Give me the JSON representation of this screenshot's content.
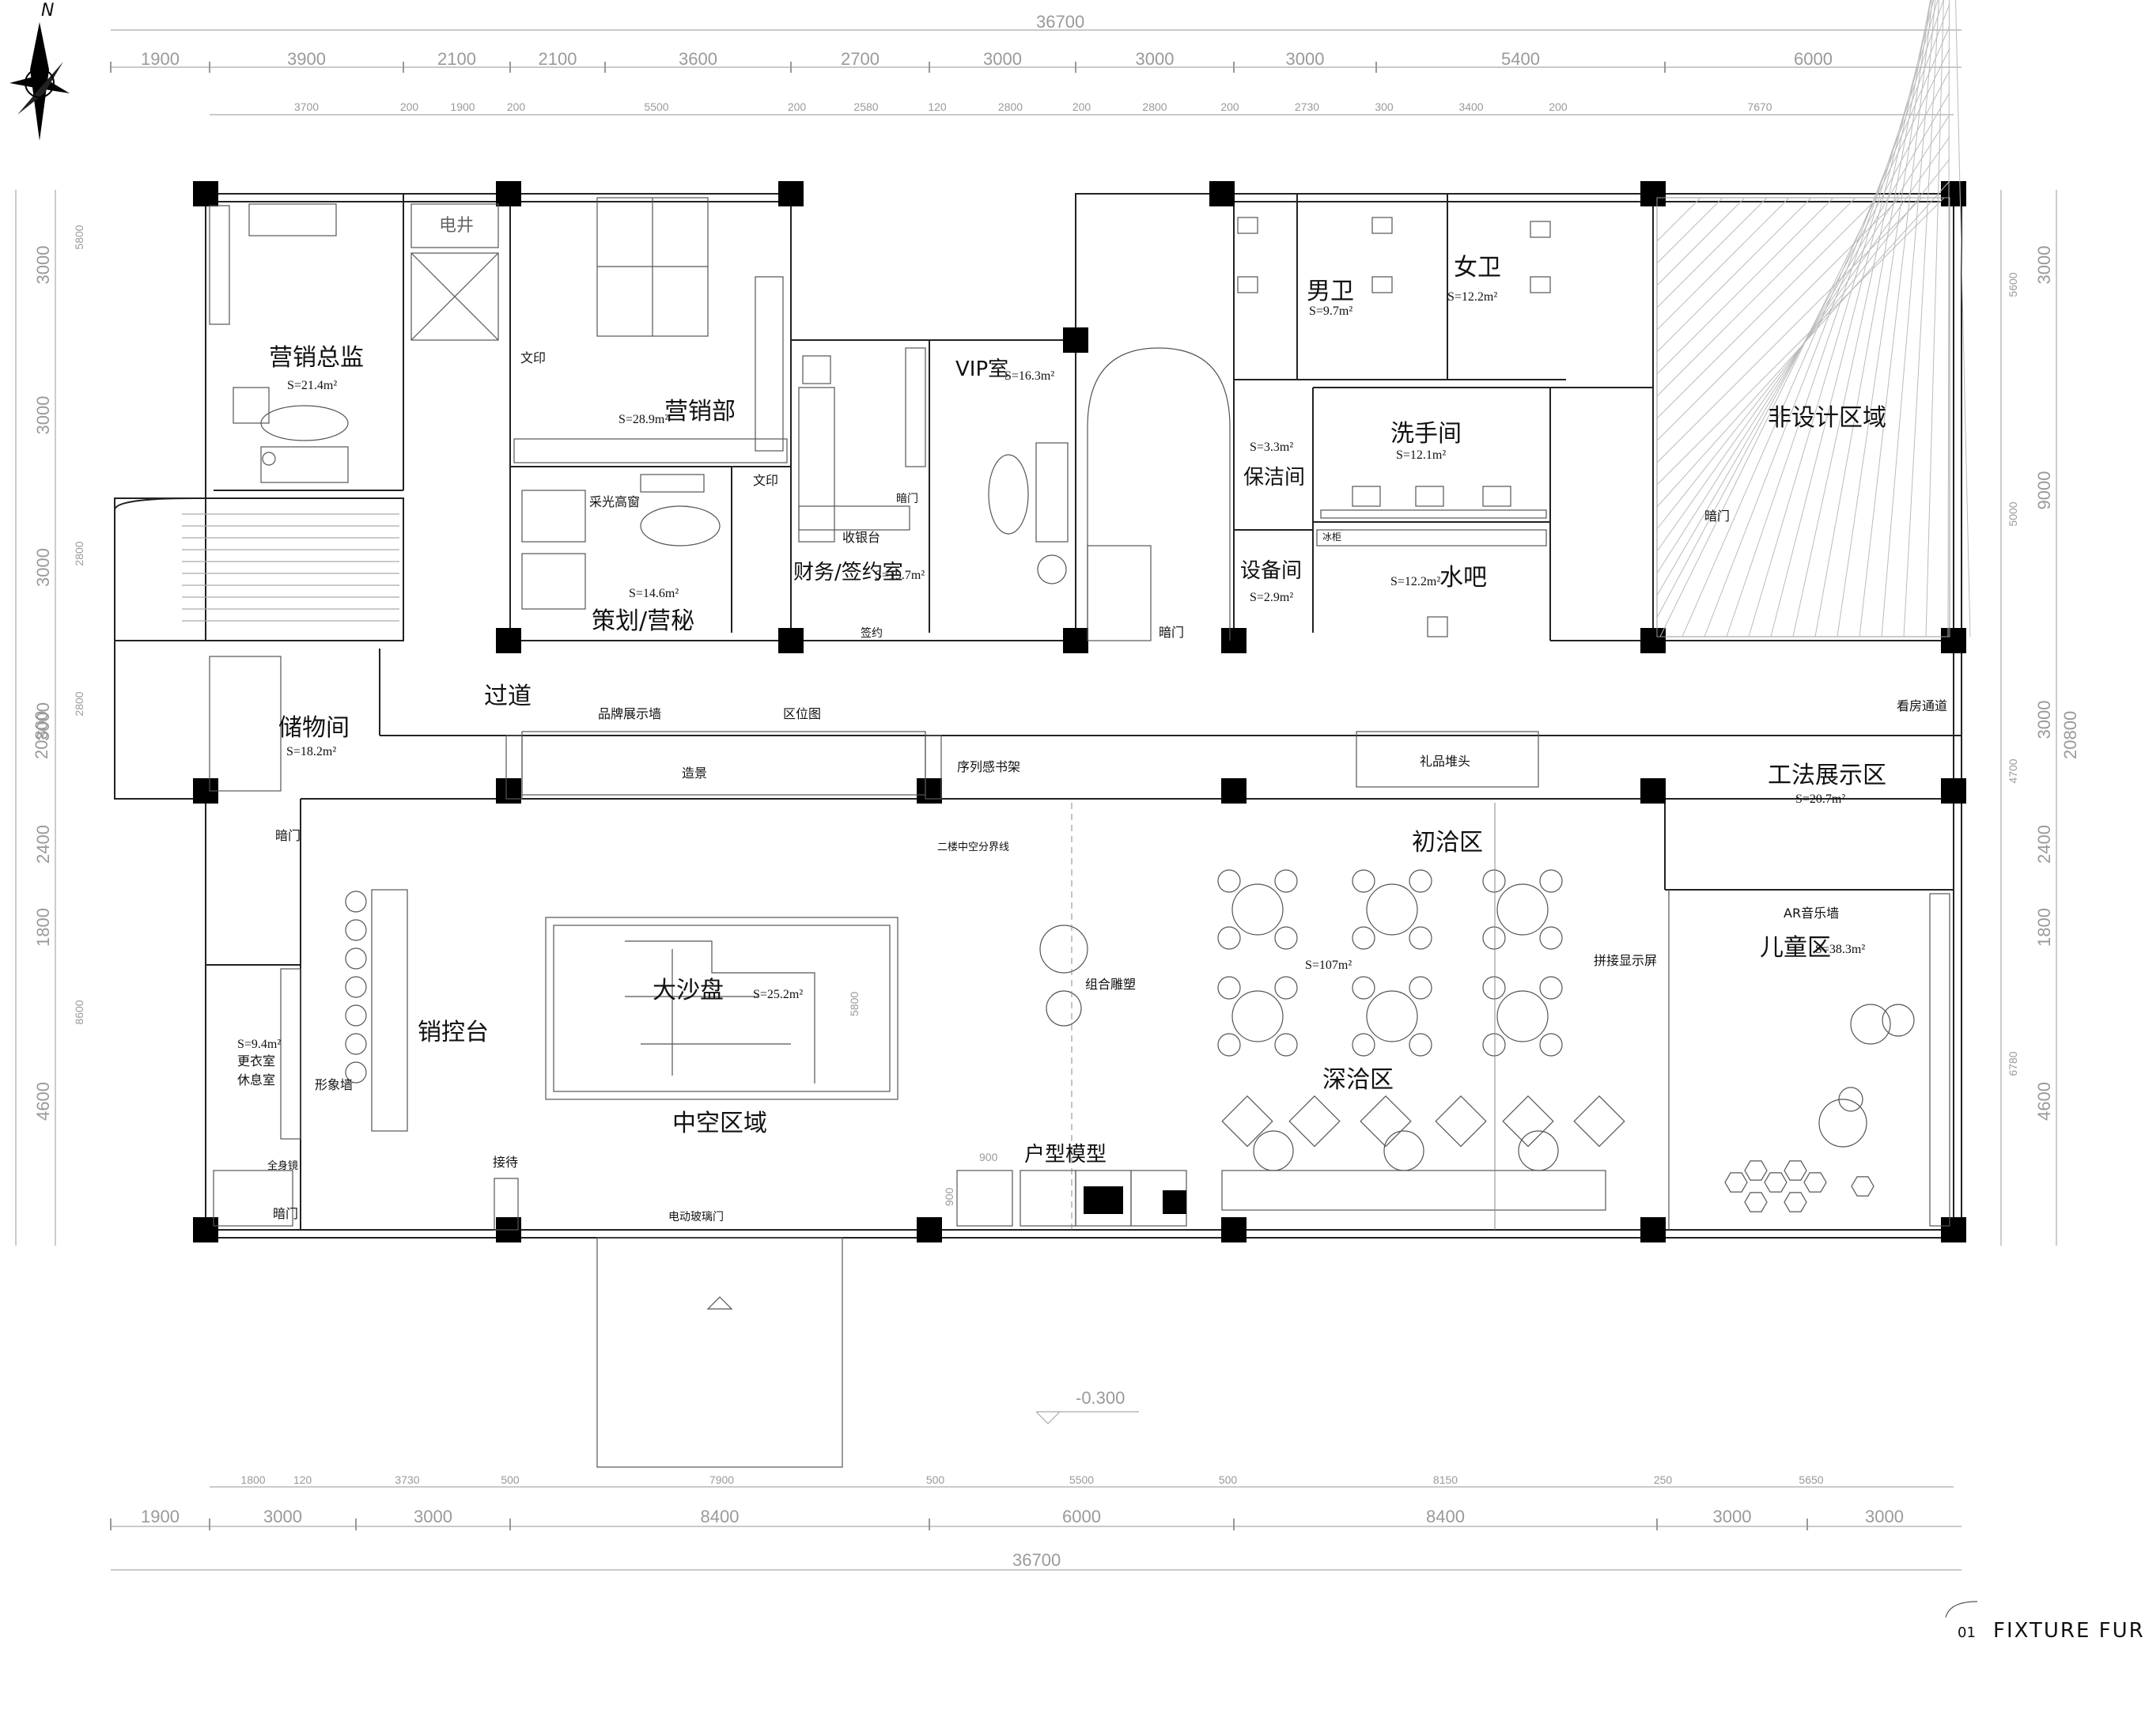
{
  "north": "N",
  "dims": {
    "total_top": "36700",
    "top_row1": [
      "1900",
      "3900",
      "2100",
      "2100",
      "3600",
      "2700",
      "3000",
      "3000",
      "3000",
      "5400",
      "6000"
    ],
    "top_row2": [
      "3700",
      "200",
      "1900",
      "200",
      "5500",
      "200",
      "2580",
      "120",
      "2800",
      "200",
      "2800",
      "200",
      "2730",
      "300",
      "3400",
      "200",
      "7670"
    ],
    "left": [
      "3000",
      "3000",
      "3000",
      "3000",
      "2400",
      "1800",
      "4600"
    ],
    "left_small": [
      "5800",
      "2800",
      "2800",
      "8600"
    ],
    "left_total": "20800",
    "right": [
      "3000",
      "9000",
      "3000",
      "2400",
      "1800",
      "4600"
    ],
    "right_small": [
      "5600",
      "5000",
      "4700",
      "6780"
    ],
    "right_total": "20800",
    "bottom_row1": [
      "1800",
      "120",
      "3730",
      "500",
      "7900",
      "500",
      "5500",
      "500",
      "8150",
      "250",
      "5650"
    ],
    "bottom_row2": [
      "1900",
      "3000",
      "3000",
      "8400",
      "6000",
      "8400",
      "3000",
      "3000"
    ],
    "total_bottom": "36700",
    "level": "-0.300",
    "sandtable_dim": "5800",
    "model_w": "900",
    "model_h": "900"
  },
  "rooms": {
    "marketing_director": {
      "name": "营销总监",
      "area": "S=21.4m²"
    },
    "elec_shaft": "电井",
    "marketing_dept": {
      "name": "营销部",
      "area": "S=28.9m²"
    },
    "print1": "文印",
    "print2": "文印",
    "planning": {
      "name": "策划/营秘",
      "area": "S=14.6m²"
    },
    "skylight": "采光高窗",
    "finance": {
      "name": "财务/签约室",
      "area": "S=19.7m²"
    },
    "cashier": "收银台",
    "signing": "签约",
    "dark_door1": "暗门",
    "vip": {
      "name": "VIP室",
      "area": "S=16.3m²"
    },
    "dark_door2": "暗门",
    "men_wc": {
      "name": "男卫",
      "area": "S=9.7m²"
    },
    "women_wc": {
      "name": "女卫",
      "area": "S=12.2m²"
    },
    "cleaning": {
      "name": "保洁间",
      "area": "S=3.3m²"
    },
    "washroom": {
      "name": "洗手间",
      "area": "S=12.1m²"
    },
    "equipment": {
      "name": "设备间",
      "area": "S=2.9m²"
    },
    "water_bar": {
      "name": "水吧",
      "area": "S=12.2m²"
    },
    "ice_machine": "冰柜",
    "non_design": "非设计区域",
    "dark_door3": "暗门",
    "corridor": "过道",
    "brand_wall": "品牌展示墙",
    "location_map": "区位图",
    "landscape": "造景",
    "bookshelf": "序列感书架",
    "gift_stack": "礼品堆头",
    "viewing_passage": "看房通道",
    "storage": {
      "name": "储物间",
      "area": "S=18.2m²"
    },
    "dark_door4": "暗门",
    "dark_door5": "暗门",
    "craft_display": {
      "name": "工法展示区",
      "area": "S=20.7m²"
    },
    "atrium_line": "二楼中空分界线",
    "first_talk": "初洽区",
    "sculpture": "组合雕塑",
    "deep_talk": {
      "name": "深洽区",
      "area": "S=107m²"
    },
    "ar_wall": "AR音乐墙",
    "kids": {
      "name": "儿童区",
      "area": "S=38.3m²"
    },
    "splice_screen": "拼接显示屏",
    "sales_desk": "销控台",
    "image_wall": "形象墙",
    "changing": {
      "area": "S=9.4m²",
      "line1": "更衣室",
      "line2": "休息室"
    },
    "mirror": "全身镜",
    "sandtable": {
      "name": "大沙盘",
      "area": "S=25.2m²"
    },
    "atrium": "中空区域",
    "reception": "接待",
    "unit_model": "户型模型",
    "glass_door": "电动玻璃门"
  },
  "title": "FIXTURE FURN",
  "title_num": "01"
}
